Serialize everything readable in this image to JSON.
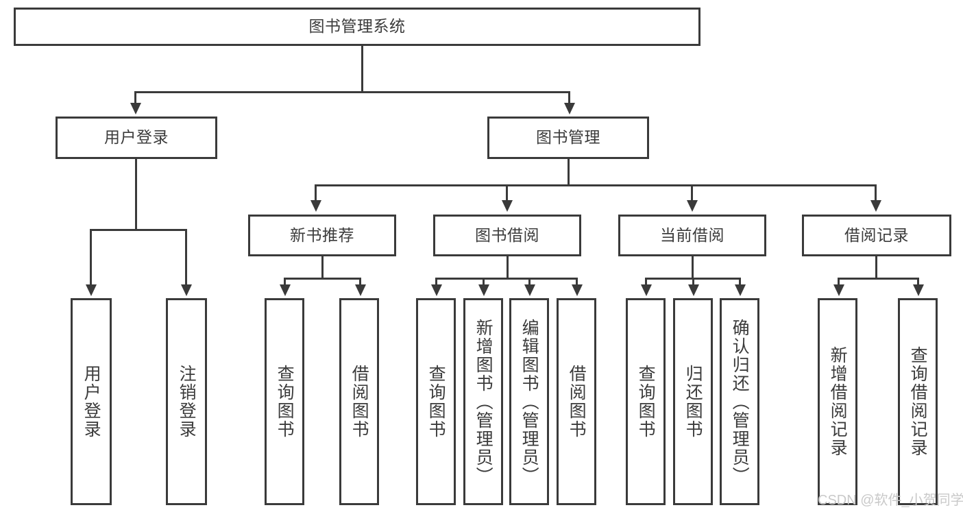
{
  "diagram": {
    "type": "tree-hierarchy-chart",
    "title": "图书管理系统",
    "watermark": "CSDN @软件_小贺同学",
    "colors": {
      "stroke": "#3a3a3a",
      "fill": "#ffffff",
      "text": "#3b3b3b",
      "watermark": "#c9c9c9"
    },
    "levels": {
      "level1": [
        {
          "id": "root",
          "label": "图书管理系统"
        }
      ],
      "level2": [
        {
          "id": "user-login",
          "label": "用户登录"
        },
        {
          "id": "book-management",
          "label": "图书管理"
        }
      ],
      "level3": [
        {
          "id": "new-book-recommend",
          "label": "新书推荐",
          "parent": "book-management"
        },
        {
          "id": "book-borrow",
          "label": "图书借阅",
          "parent": "book-management"
        },
        {
          "id": "current-borrow",
          "label": "当前借阅",
          "parent": "book-management"
        },
        {
          "id": "borrow-record",
          "label": "借阅记录",
          "parent": "book-management"
        }
      ],
      "level4": [
        {
          "id": "leaf-user-login",
          "label": "用户登录",
          "parent": "user-login"
        },
        {
          "id": "leaf-logout-login",
          "label": "注销登录",
          "parent": "user-login"
        },
        {
          "id": "leaf-query-book-1",
          "label": "查询图书",
          "parent": "new-book-recommend"
        },
        {
          "id": "leaf-borrow-book-1",
          "label": "借阅图书",
          "parent": "new-book-recommend"
        },
        {
          "id": "leaf-query-book-2",
          "label": "查询图书",
          "parent": "book-borrow"
        },
        {
          "id": "leaf-add-book",
          "label": "新增图书（管理员）",
          "parent": "book-borrow"
        },
        {
          "id": "leaf-edit-book",
          "label": "编辑图书（管理员）",
          "parent": "book-borrow"
        },
        {
          "id": "leaf-borrow-book-2",
          "label": "借阅图书",
          "parent": "book-borrow"
        },
        {
          "id": "leaf-query-book-3",
          "label": "查询图书",
          "parent": "current-borrow"
        },
        {
          "id": "leaf-return-book",
          "label": "归还图书",
          "parent": "current-borrow"
        },
        {
          "id": "leaf-confirm-return",
          "label": "确认归还（管理员）",
          "parent": "current-borrow"
        },
        {
          "id": "leaf-add-record",
          "label": "新增借阅记录",
          "parent": "borrow-record"
        },
        {
          "id": "leaf-query-record",
          "label": "查询借阅记录",
          "parent": "borrow-record"
        }
      ]
    }
  }
}
